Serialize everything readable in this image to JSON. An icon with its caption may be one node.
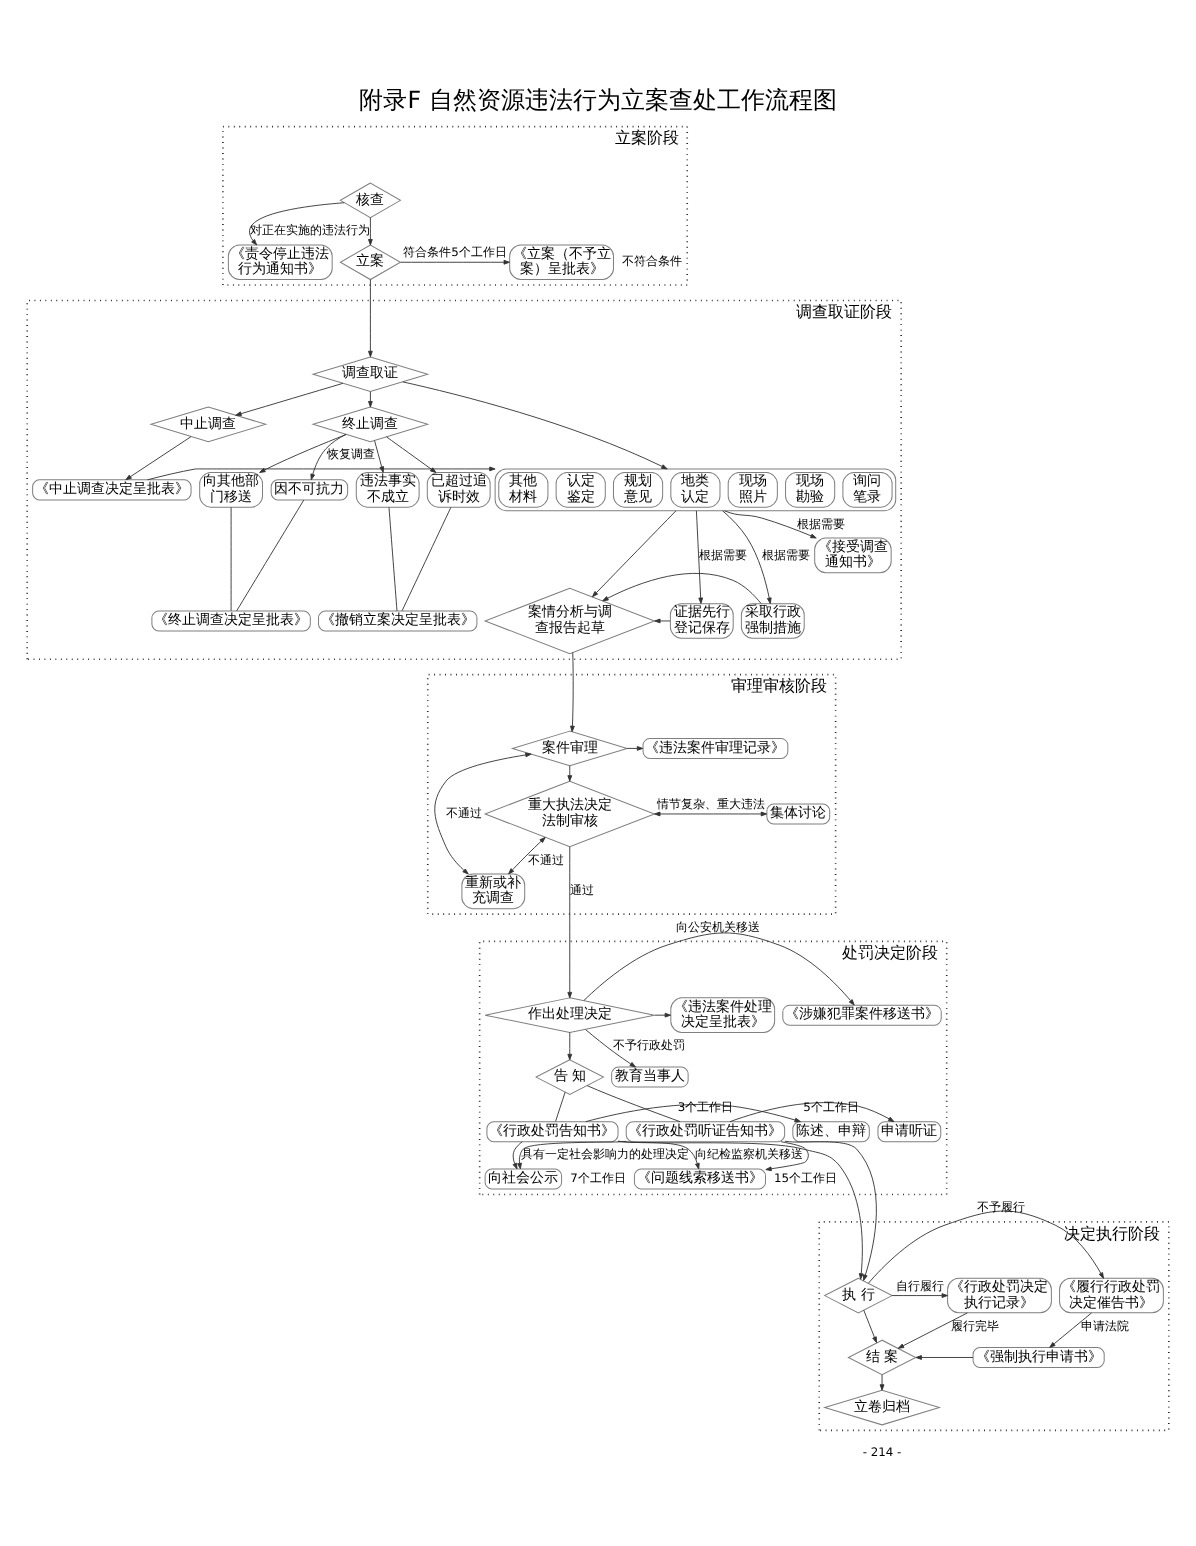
{
  "diagram": {
    "title": "附录F 自然资源违法行为立案查处工作流程图",
    "nodes": [
      {
        "text": [
          "立案阶段"
        ]
      },
      {
        "text": [
          "核查"
        ],
        "in": 0
      },
      {
        "text": [
          "《责令停止违法行为通知书》"
        ],
        "in": 0
      },
      {
        "text": [
          "立案"
        ],
        "in": 0
      },
      {
        "text": [
          "《立案（不予立案）呈批表》"
        ],
        "in": 0
      },
      {
        "text": [
          "调查取证阶段"
        ]
      },
      {
        "text": [
          "调查取证"
        ],
        "in": 5
      },
      {
        "text": [
          "中止调查"
        ],
        "in": 5
      },
      {
        "text": [
          "终止调查"
        ],
        "in": 5
      },
      {
        "text": [],
        "shape": "box",
        "in": 5
      },
      {
        "text": [
          "询问笔录"
        ],
        "in": 9
      },
      {
        "text": [
          "现场勘验"
        ],
        "in": 9
      },
      {
        "text": [
          "现场照片"
        ],
        "in": 9
      },
      {
        "text": [
          "地类认定"
        ],
        "in": 9
      },
      {
        "text": [
          "规划意见"
        ],
        "in": 9
      },
      {
        "text": [
          "认定鉴定"
        ],
        "in": 9
      },
      {
        "text": [
          "其他材料"
        ],
        "in": 9
      },
      {
        "text": [
          "《接受调查通知书》"
        ],
        "in": 5
      },
      {
        "text": [
          "违法事实不成立"
        ],
        "in": 5
      },
      {
        "text": [
          "已超过追诉时效"
        ],
        "in": 5
      },
      {
        "text": [
          "向其他部门移送"
        ],
        "in": 5
      },
      {
        "text": [
          "因不可抗力"
        ],
        "in": 5
      },
      {
        "text": [
          "《中止调查决定呈批表》"
        ],
        "in": 5
      },
      {
        "text": [
          "证据先行登记保存"
        ],
        "in": 5
      },
      {
        "text": [
          "案情分析与调查报告起草"
        ],
        "in": 5
      },
      {
        "text": [
          "采取行政强制措施"
        ],
        "in": 5
      },
      {
        "text": [
          "《撤销立案决定呈批表》"
        ],
        "in": 5
      },
      {
        "text": [
          "《终止调查决定呈批表》"
        ],
        "in": 5
      },
      {
        "text": [
          "审理审核阶段"
        ]
      },
      {
        "text": [
          "重新或补充调查"
        ],
        "in": 28
      },
      {
        "text": [
          "案件审理"
        ],
        "in": 28
      },
      {
        "text": [
          "《违法案件审理记录》"
        ],
        "in": 28
      },
      {
        "text": [
          "重大执法决定法制审核"
        ],
        "in": 28
      },
      {
        "text": [
          "集体讨论"
        ],
        "in": 28
      },
      {
        "text": [
          "处罚决定阶段"
        ]
      },
      {
        "text": [
          "《违法案件处理决定呈批表》"
        ],
        "in": 34
      },
      {
        "text": [
          "作出处理决定"
        ],
        "in": 34
      },
      {
        "text": [
          "《涉嫌犯罪案件移送书》"
        ],
        "in": 34
      },
      {
        "text": [
          "教育当事人"
        ],
        "in": 34
      },
      {
        "text": [
          "告 知"
        ],
        "in": 34
      },
      {
        "text": [
          "陈述、申辩"
        ],
        "in": 34
      },
      {
        "text": [
          "《行政处罚告知书》"
        ],
        "in": 34
      },
      {
        "text": [
          "《行政处罚听证告知书》"
        ],
        "in": 34
      },
      {
        "text": [
          "申请听证"
        ],
        "in": 34
      },
      {
        "text": [
          "《问题线索移送书》"
        ],
        "in": 34
      },
      {
        "text": [
          "向社会公示"
        ],
        "in": 34
      },
      {
        "text": [
          "决定执行阶段"
        ]
      },
      {
        "text": [
          "《行政处罚决定执行记录》"
        ],
        "in": 46
      },
      {
        "text": [
          "执 行"
        ],
        "in": 46
      },
      {
        "text": [
          "《履行行政处罚决定催告书》"
        ],
        "in": 46
      },
      {
        "text": [
          "结 案"
        ],
        "in": 46
      },
      {
        "text": [
          "《强制执行申请书》"
        ],
        "in": 46
      },
      {
        "text": [
          "立卷归档"
        ],
        "in": 46
      }
    ],
    "edges": [
      {
        "from": 1,
        "to": 3,
        "arrow": "to"
      },
      {
        "from": 1,
        "to": 2,
        "arrow": "to",
        "label": "对正在实施的违法行为"
      },
      {
        "from": 3,
        "to": 4,
        "arrow": "to",
        "label": "符合条件5个工作日"
      },
      {
        "from": 3,
        "to": 6,
        "arrow": "to"
      },
      {
        "from": 6,
        "to": 7,
        "arrow": "to"
      },
      {
        "from": 6,
        "to": 9,
        "arrow": "to"
      },
      {
        "from": 6,
        "to": 8,
        "arrow": "to"
      },
      {
        "from": 7,
        "to": 22,
        "arrow": "to"
      },
      {
        "from": 22,
        "to": 9,
        "arrow": "to",
        "label": "恢复调查"
      },
      {
        "from": 9,
        "to": 17,
        "arrow": "to",
        "label": "根据需要"
      },
      {
        "from": 8,
        "to": 18,
        "arrow": "to"
      },
      {
        "from": 8,
        "to": 19,
        "arrow": "to"
      },
      {
        "from": 8,
        "to": 20,
        "arrow": "to"
      },
      {
        "from": 8,
        "to": 21,
        "arrow": "to"
      },
      {
        "from": 9,
        "to": 24,
        "arrow": "to"
      },
      {
        "from": 9,
        "to": 23,
        "arrow": "to",
        "label": "根据需要"
      },
      {
        "from": 9,
        "to": 25,
        "arrow": "to",
        "label": "根据需要"
      },
      {
        "from": 23,
        "to": 24,
        "arrow": "to"
      },
      {
        "from": 25,
        "to": 24,
        "arrow": "to"
      },
      {
        "from": 18,
        "to": 26,
        "arrow": "none"
      },
      {
        "from": 19,
        "to": 26,
        "arrow": "none"
      },
      {
        "from": 20,
        "to": 27,
        "arrow": "none"
      },
      {
        "from": 21,
        "to": 27,
        "arrow": "none"
      },
      {
        "from": 24,
        "to": 30,
        "arrow": "to"
      },
      {
        "from": 30,
        "to": 29,
        "arrow": "both",
        "label": "不通过"
      },
      {
        "from": 30,
        "to": 31,
        "arrow": "to"
      },
      {
        "from": 30,
        "to": 32,
        "arrow": "to"
      },
      {
        "from": 32,
        "to": 29,
        "arrow": "both",
        "label": "不通过"
      },
      {
        "from": 32,
        "to": 33,
        "arrow": "both",
        "label": "情节复杂、重大违法"
      },
      {
        "from": 32,
        "to": 36,
        "arrow": "to",
        "label": "通过"
      },
      {
        "from": 36,
        "to": 35,
        "arrow": "to"
      },
      {
        "from": 36,
        "to": 37,
        "arrow": "to",
        "label": "向公安机关移送"
      },
      {
        "from": 36,
        "to": 38,
        "arrow": "to",
        "label": "不予行政处罚"
      },
      {
        "from": 36,
        "to": 39,
        "arrow": "to"
      },
      {
        "from": 39,
        "to": 41,
        "arrow": "none"
      },
      {
        "from": 39,
        "to": 42,
        "arrow": "none"
      },
      {
        "from": 41,
        "to": 40,
        "arrow": "to",
        "label": "3个工作日"
      },
      {
        "from": 42,
        "to": 43,
        "arrow": "to",
        "label": "5个工作日"
      },
      {
        "from": 41,
        "to": 48,
        "arrow": "to"
      },
      {
        "from": 42,
        "to": 48,
        "arrow": "to"
      },
      {
        "from": 41,
        "to": 44,
        "arrow": "to",
        "label": "向纪检监察机关移送"
      },
      {
        "from": 42,
        "to": 44,
        "arrow": "to"
      },
      {
        "from": 41,
        "to": 45,
        "arrow": "to"
      },
      {
        "from": 42,
        "to": 45,
        "arrow": "to",
        "label": "具有一定社会影响力的处理决定"
      },
      {
        "from": 48,
        "to": 47,
        "arrow": "to",
        "label": "自行履行"
      },
      {
        "from": 48,
        "to": 49,
        "arrow": "to",
        "label": "不予履行"
      },
      {
        "from": 49,
        "to": 51,
        "arrow": "to",
        "label": "申请法院"
      },
      {
        "from": 48,
        "to": 50,
        "arrow": "to"
      },
      {
        "from": 47,
        "to": 50,
        "arrow": "to",
        "label": "履行完毕"
      },
      {
        "from": 51,
        "to": 50,
        "arrow": "to"
      },
      {
        "from": 50,
        "to": 52,
        "arrow": "to"
      }
    ],
    "labels": [
      "不符合条件",
      "15个工作日",
      "7个工作日",
      "- 214 -"
    ]
  }
}
